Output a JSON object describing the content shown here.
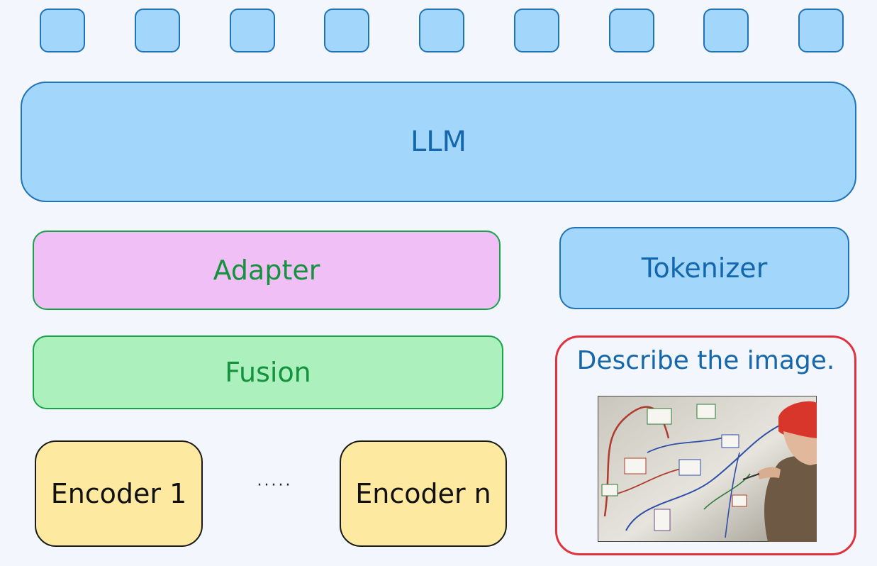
{
  "diagram": {
    "token_count": 9,
    "llm_label": "LLM",
    "adapter_label": "Adapter",
    "tokenizer_label": "Tokenizer",
    "fusion_label": "Fusion",
    "encoders": {
      "first_label": "Encoder 1",
      "ellipsis": "·····",
      "last_label": "Encoder n"
    },
    "input": {
      "prompt_text": "Describe the image."
    }
  },
  "colors": {
    "background": "#f3f7fd",
    "llm_fill": "#a2d7fb",
    "blue_border": "#1f73b7",
    "blue_text": "#1467ad",
    "adapter_fill": "#f0bff5",
    "fusion_fill": "#abf0bd",
    "green_border": "#18a34a",
    "green_text": "#14923e",
    "encoder_fill": "#fde99f",
    "input_border": "#e0313d"
  }
}
